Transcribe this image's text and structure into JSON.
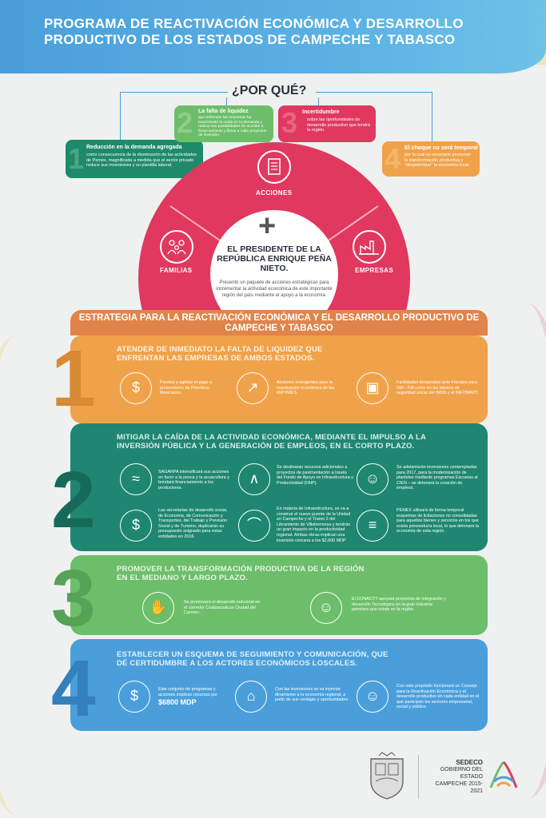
{
  "header": {
    "title": "PROGRAMA DE REACTIVACIÓN ECONÓMICA Y DESARROLLO PRODUCTIVO DE LOS ESTADOS DE CAMPECHE Y TABASCO"
  },
  "why": {
    "heading": "¿POR QUÉ?",
    "reasons": [
      {
        "num": "1",
        "title": "Reducción en la demanda agregada",
        "desc": "como consecuencia de la disminución de las actividades de Pemex, magnificada a medida que el sector privado reduce sus inversiones y su plantilla laboral.",
        "color": "#1e8a6a"
      },
      {
        "num": "2",
        "title": "La falta de liquidez",
        "desc": "que enfrentan las empresas ha exacerbado la caída en la demanda y reduce sus posibilidades de acceder a financiamiento y llevar a cabo proyectos de inversión.",
        "color": "#6dbe6a"
      },
      {
        "num": "3",
        "title": "Incertidumbre",
        "desc": "sobre las oportunidades de desarrollo productivo que tendrá la región.",
        "color": "#e0385f"
      },
      {
        "num": "4",
        "title": "El choque no será temporal",
        "desc": "por lo cual es necesario promover la transformación productiva y \"despetrolizar\" la economía local.",
        "color": "#f0a24a"
      }
    ]
  },
  "ring": {
    "acciones": "ACCIONES",
    "familias": "FAMILIAS",
    "empresas": "EMPRESAS",
    "president": "EL PRESIDENTE DE LA REPÚBLICA ENRIQUE PEÑA NIETO.",
    "description": "Presentó un paquete de acciones estratégicas para incrementar la actividad económica de este importante región del país mediante el apoyo a la economía."
  },
  "strategy": {
    "title": "ESTRATEGIA PARA LA REACTIVACIÓN ECONÓMICA Y EL DESARROLLO PRODUCTIVO DE CAMPECHE Y TABASCO"
  },
  "sections": [
    {
      "num": "1",
      "color": "#f0a24a",
      "numColor": "#d88a35",
      "title": "ATENDER DE INMEDIATO LA FALTA DE LIQUIDEZ QUE ENFRENTAN LAS EMPRESAS DE AMBOS ESTADOS.",
      "items": [
        "Prontos y agilizar el pago a proveedores de Petróleos Mexicanos.",
        "Acciones emergentes para la reactivación económica de las MIPYMES.",
        "Facilidades temporales ante Fiscales para ISR - IVA como en las labores de seguridad social del IMSS y el INFONAVIT."
      ]
    },
    {
      "num": "2",
      "color": "#1f8672",
      "numColor": "#176a59",
      "title": "MITIGAR LA CAÍDA DE LA ACTIVIDAD ECONÓMICA, MEDIANTE EL IMPULSO A LA INVERSIÓN PÚBLICA Y LA GENERACIÓN DE EMPLEOS, EN EL CORTO PLAZO.",
      "items": [
        "SAGARPA intensificará sus acciones en favor a la pesca y la acuacultura y brindará financiamiento a los productores.",
        "Se destinaran recursos adicionales a proyectos de pavimentación a través del Fondo de Apoyo en Infraestructura y Productividad (FAIP).",
        "Se adelantarán inversiones contempladas para 2017, para la modernización de planteles mediante programas Escuelas al CIEN – se detonará la creación de empleos.",
        "Las secretarías de desarrollo social, de Economía, de Comunicación y Transportes, del Trabajo y Previsión Social y de Turismo, duplicarán su presupuesto asignado para estas entidades en 2016.",
        "En materia de Infraestructura, se va a construir el nuevo puente de la Unidad en Campeche y el Tramo 2 del Libramiento de Villahermosa y tendrán un gran impacto en la productividad regional. Ambas obras implican una inversión cercana a los $2,500 MDP",
        "PEMEX utilizará de forma temporal esquemas de licitaciones no consolidadas para aquellos bienes y servicios en los que exista proveeduría local, lo que detonará la economía de esta región."
      ]
    },
    {
      "num": "3",
      "color": "#6dbe6a",
      "numColor": "#56a256",
      "title": "PROMOVER LA TRANSFORMACIÓN PRODUCTIVA DE LA REGIÓN EN EL MEDIANO Y LARGO PLAZO.",
      "items": [
        "Se promoverá el desarrollo industrial en el corredor Coatzacoalcos Ciudad del Carmen.",
        "El CONACYT apoyará proyectos de integración y desarrollo Tecnológico en la gran industria petrolera que existe en la región."
      ]
    },
    {
      "num": "4",
      "color": "#4a9fdb",
      "numColor": "#3480bd",
      "title": "ESTABLECER UN ESQUEMA DE SEGUIMIENTO Y COMUNICACIÓN, QUE DÉ CERTIDUMBRE A LOS ACTORES ECONÓMICOS LOSCALES.",
      "items": [
        "Este conjunto de programas y acciones implican recursos por",
        "Con las inversiones se va inyectar dinamismo a la economía regional, a partir de sus ventajas y oportunidades.",
        "Con este propósito funcionará un Consejo para la Reactivación Económica y el desarrollo productivo en cada entidad en el que participan los sectores empresarial, social y público."
      ],
      "amount": "$6800 MDP"
    }
  ],
  "footer": {
    "org": "SEDECO",
    "gov": "GOBIERNO DEL ESTADO",
    "period": "CAMPECHE 2015-2021"
  }
}
